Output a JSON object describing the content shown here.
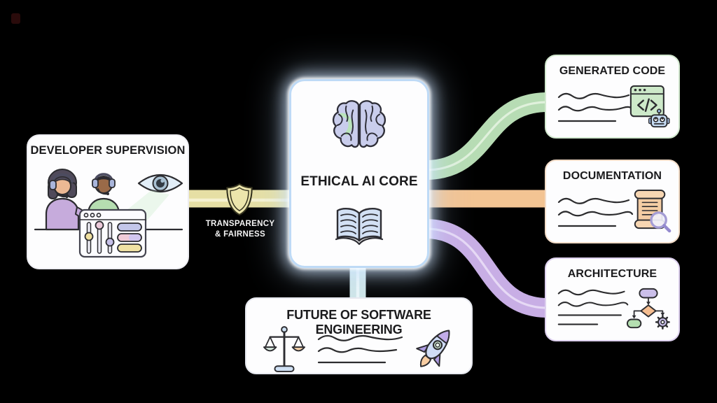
{
  "diagram": {
    "center": {
      "title": "ETHICAL AI CORE",
      "icons": [
        "brain-icon",
        "open-book-icon"
      ]
    },
    "left": {
      "title": "DEVELOPER SUPERVISION",
      "icons": [
        "woman-headset-icon",
        "man-headset-icon",
        "eye-icon",
        "mixer-window-icon"
      ]
    },
    "bottom": {
      "title": "FUTURE OF SOFTWARE ENGINEERING",
      "icons": [
        "balance-scale-icon",
        "squiggle-text-lines",
        "rocket-icon"
      ]
    },
    "right": [
      {
        "title": "GENERATED CODE",
        "icons": [
          "squiggle-text-lines",
          "code-window-icon",
          "robot-icon"
        ]
      },
      {
        "title": "DOCUMENTATION",
        "icons": [
          "squiggle-text-lines",
          "scroll-icon",
          "magnifier-icon"
        ]
      },
      {
        "title": "ARCHITECTURE",
        "icons": [
          "squiggle-text-lines",
          "flowchart-icon",
          "gear-icon"
        ]
      }
    ],
    "connector_label": {
      "line1": "TRANSPARENCY",
      "line2": "& FAIRNESS",
      "icon": "shield-icon"
    },
    "colors": {
      "background": "#000000",
      "connector_green": "#b7dcb4",
      "connector_orange": "#f3c493",
      "connector_purple": "#c8aee5",
      "connector_yellow": "#e6dfa4",
      "connector_teal": "#cfe5e8",
      "core_border": "#bedaf6",
      "shield_fill": "#ece5ac"
    }
  }
}
